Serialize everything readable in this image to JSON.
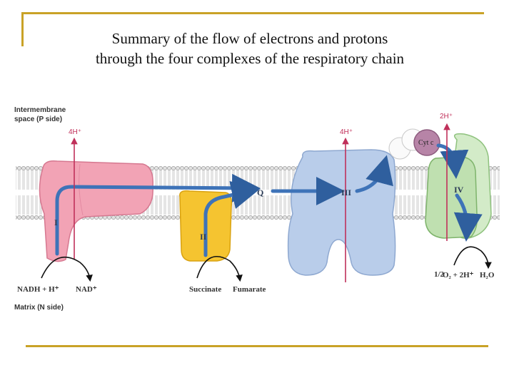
{
  "title": {
    "line1": "Summary of the flow of electrons and protons",
    "line2": "through the four complexes of the respiratory chain"
  },
  "sides": {
    "intermembrane_line1": "Intermembrane",
    "intermembrane_line2": "space (P side)",
    "matrix": "Matrix (N side)"
  },
  "complexes": {
    "c1": "I",
    "c2": "II",
    "c3": "III",
    "c4": "IV",
    "q": "Q",
    "cytc": "Cyt c"
  },
  "protons": {
    "p1": "4H⁺",
    "p3": "4H⁺",
    "p4": "2H⁺"
  },
  "substrates": {
    "nadh": "NADH + H⁺",
    "nad": "NAD⁺",
    "succinate": "Succinate",
    "fumarate": "Fumarate",
    "o2_half": "1/2",
    "o2_rest": "O₂ + 2H⁺",
    "h2o": "H₂O"
  },
  "colors": {
    "frame": "#c9a227",
    "complex1": "#f2a3b5",
    "complex2": "#f5c430",
    "complex3": "#b9cdea",
    "complex4": "#bfe0b0",
    "cytc": "#b784a7",
    "electron_arrow": "#3e73b8",
    "proton_arrow": "#c0305a"
  }
}
